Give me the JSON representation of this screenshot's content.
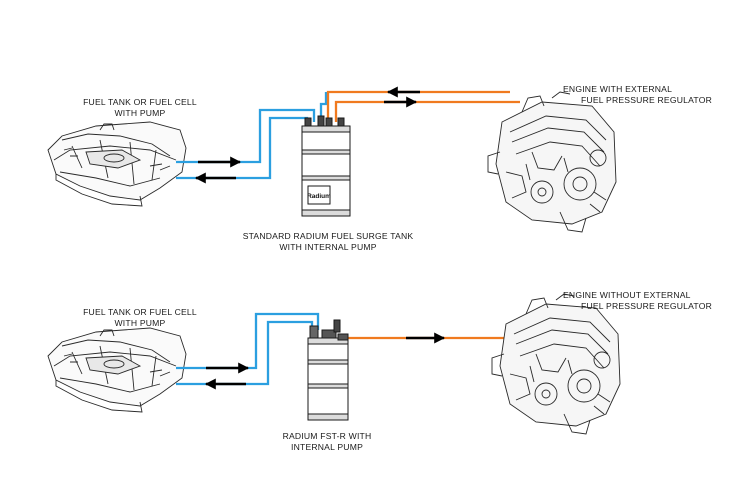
{
  "colors": {
    "supply_line": "#2b9fe0",
    "pressure_line": "#f07a1f",
    "outline": "#2a2a2a",
    "arrow": "#000000",
    "background": "#ffffff"
  },
  "top_system": {
    "tank_label_1": "FUEL TANK OR FUEL CELL",
    "tank_label_2": "WITH PUMP",
    "surge_label_1": "STANDARD RADIUM FUEL SURGE TANK",
    "surge_label_2": "WITH INTERNAL PUMP",
    "engine_label_1": "ENGINE WITH EXTERNAL",
    "engine_label_2": "FUEL PRESSURE REGULATOR",
    "surge_logo": "Radium",
    "engine_icon": "engine-icon",
    "tank_icon": "fuel-tank-icon"
  },
  "bottom_system": {
    "tank_label_1": "FUEL TANK OR FUEL CELL",
    "tank_label_2": "WITH PUMP",
    "surge_label_1": "RADIUM FST-R  WITH",
    "surge_label_2": "INTERNAL PUMP",
    "engine_label_1": "ENGINE WITHOUT EXTERNAL",
    "engine_label_2": "FUEL PRESSURE REGULATOR",
    "engine_icon": "engine-icon",
    "tank_icon": "fuel-tank-icon"
  }
}
